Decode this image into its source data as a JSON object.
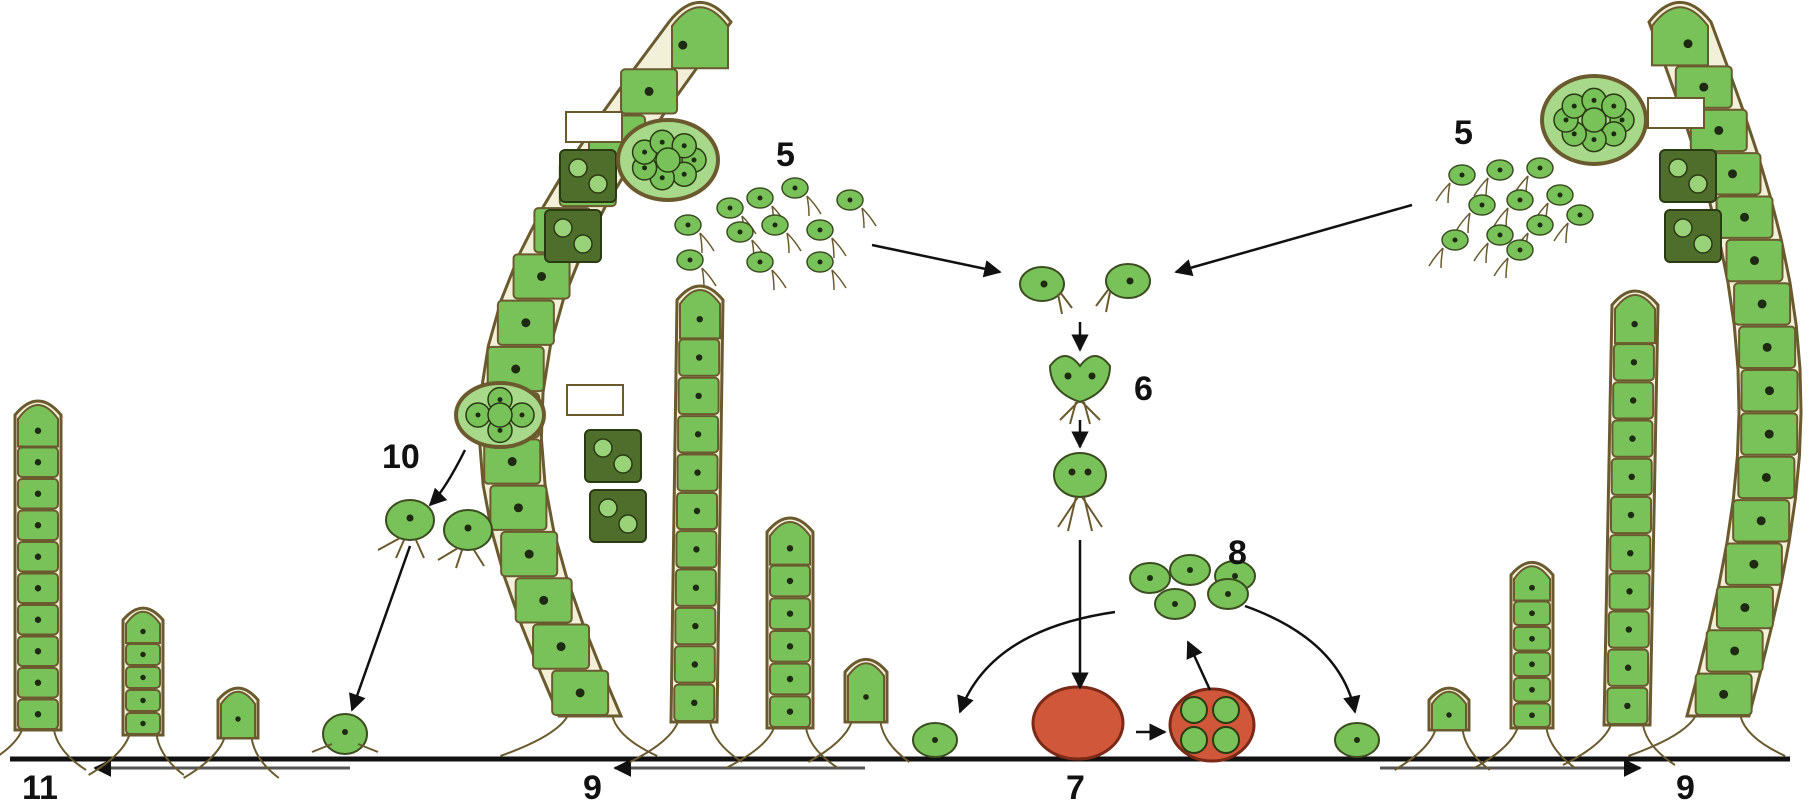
{
  "labels": {
    "zoospores_left": "5",
    "zoospores_right": "5",
    "zygote_stage": "6",
    "zygospore": "7",
    "meiospores": "8",
    "aplanospores": "10",
    "growth_left": "11",
    "growth_middle": "9",
    "growth_right": "9"
  },
  "colors": {
    "cell_fill": "#79c25a",
    "cell_light": "#9ad27a",
    "wall": "#6a5a2e",
    "zygospore": "#d1573a",
    "nucleus": "#1f2a12",
    "ground": "#111111"
  }
}
